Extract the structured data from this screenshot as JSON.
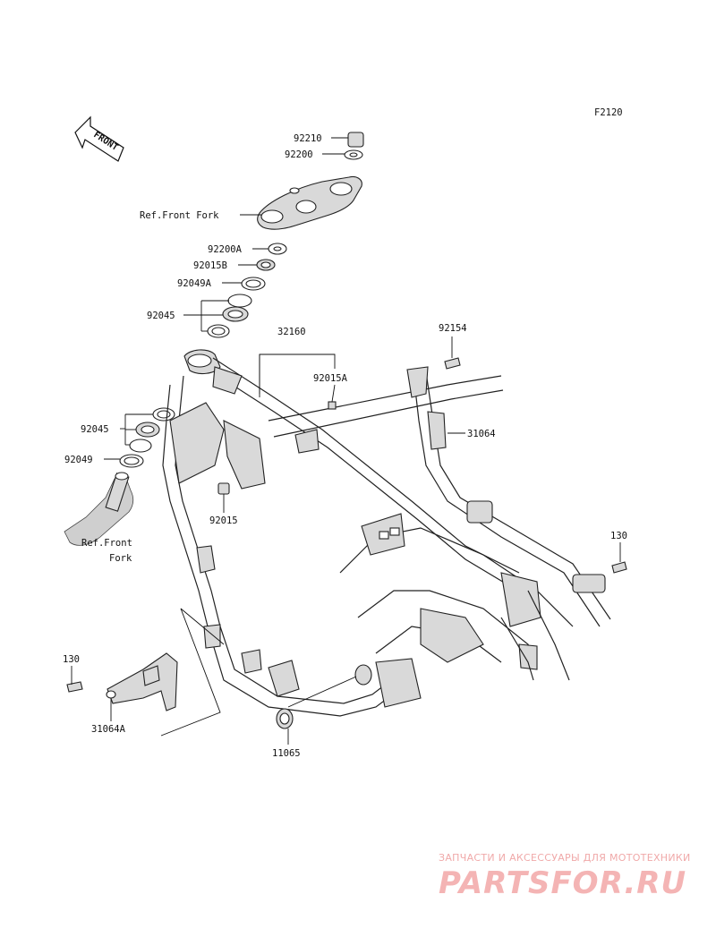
{
  "figure_code": "F2120",
  "front_arrow_text": "FRONT",
  "parts": {
    "p92210": "92210",
    "p92200": "92200",
    "ref_front_fork_top": "Ref.Front Fork",
    "p92200A": "92200A",
    "p92015B": "92015B",
    "p92049A": "92049A",
    "p92045_upper": "92045",
    "p32160": "32160",
    "p92154": "92154",
    "p92015A": "92015A",
    "p31064": "31064",
    "p92045_lower": "92045",
    "p92049": "92049",
    "p92015": "92015",
    "ref_front_fork_bottom_1": "Ref.Front",
    "ref_front_fork_bottom_2": "Fork",
    "p130_right": "130",
    "p130_left": "130",
    "p31064A": "31064A",
    "p11065": "11065"
  },
  "watermark": {
    "tagline": "ЗАПЧАСТИ И АКСЕССУАРЫ ДЛЯ МОТОТЕХНИКИ",
    "logo": "PARTSFOR.RU"
  }
}
